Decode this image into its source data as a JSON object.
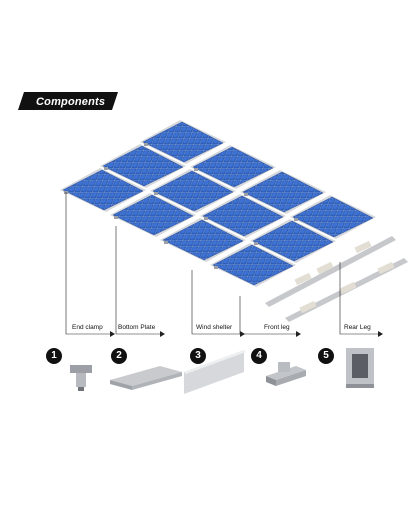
{
  "header": {
    "title": "Components"
  },
  "components": [
    {
      "number": "1",
      "label": "End clamp"
    },
    {
      "number": "2",
      "label": "Bottom Plate"
    },
    {
      "number": "3",
      "label": "Wind shelter"
    },
    {
      "number": "4",
      "label": "Front leg"
    },
    {
      "number": "5",
      "label": "Rear Leg"
    }
  ],
  "colors": {
    "panel": "#2f5fb8",
    "panel_dark": "#1e3f8a",
    "frame": "#c9ccd2",
    "rail": "#b9bcc1",
    "banner": "#111111"
  }
}
